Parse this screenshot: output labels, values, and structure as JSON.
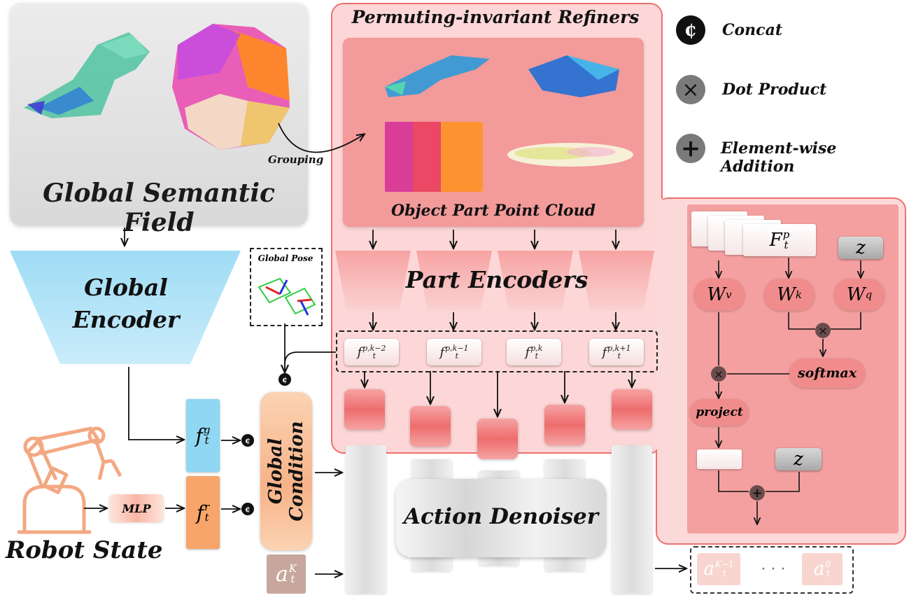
{
  "title_global_field": "Global Semantic Field",
  "grouping_label": "Grouping",
  "refiners_title": "Permuting-invariant Refiners",
  "part_cloud_label": "Object Part Point Cloud",
  "part_encoders_label": "Part Encoders",
  "global_encoder_line1": "Global",
  "global_encoder_line2": "Encoder",
  "global_pose_label": "Global Pose",
  "global_condition_label": "Global Condition",
  "robot_state_label": "Robot State",
  "mlp_label": "MLP",
  "action_denoiser_label": "Action Denoiser",
  "legend": {
    "concat": "Concat",
    "dot": "Dot Product",
    "add": "Element-wise Addition",
    "concat_symbol": "¢",
    "dot_symbol": "×",
    "add_symbol": "+"
  },
  "part_features": [
    {
      "base": "f",
      "sub": "t",
      "sup": "p,k−2"
    },
    {
      "base": "f",
      "sub": "t",
      "sup": "p,k−1"
    },
    {
      "base": "f",
      "sub": "t",
      "sup": "p,k"
    },
    {
      "base": "f",
      "sub": "t",
      "sup": "p,k+1"
    }
  ],
  "global_feature": {
    "base": "f",
    "sub": "t",
    "sup": "g"
  },
  "robot_feature": {
    "base": "f",
    "sub": "t",
    "sup": "r"
  },
  "noisy_action": {
    "base": "a",
    "sub": "t",
    "sup": "K"
  },
  "output_actions": {
    "first": {
      "base": "a",
      "sub": "t",
      "sup": "K−1"
    },
    "dots": "· · ·",
    "last": {
      "base": "a",
      "sub": "t",
      "sup": "0"
    }
  },
  "attention": {
    "input": {
      "base": "F",
      "sub": "t",
      "sup": "p"
    },
    "query_token": "z",
    "wv": {
      "base": "W",
      "sub": "v"
    },
    "wk": {
      "base": "W",
      "sub": "k"
    },
    "wq": {
      "base": "W",
      "sub": "q"
    },
    "softmax": "softmax",
    "project": "project",
    "residual_token": "z"
  },
  "colors": {
    "refiner_border": "#ef6f6f",
    "refiner_fill": "#fdd7d7",
    "global_encoder": "#8fd7f2",
    "global_feature": "#8fd7f2",
    "robot_feature": "#f7a56a",
    "global_condition": "#f9c59a",
    "robot_icon": "#f3a882",
    "noisy_action": "#c7a79d"
  }
}
